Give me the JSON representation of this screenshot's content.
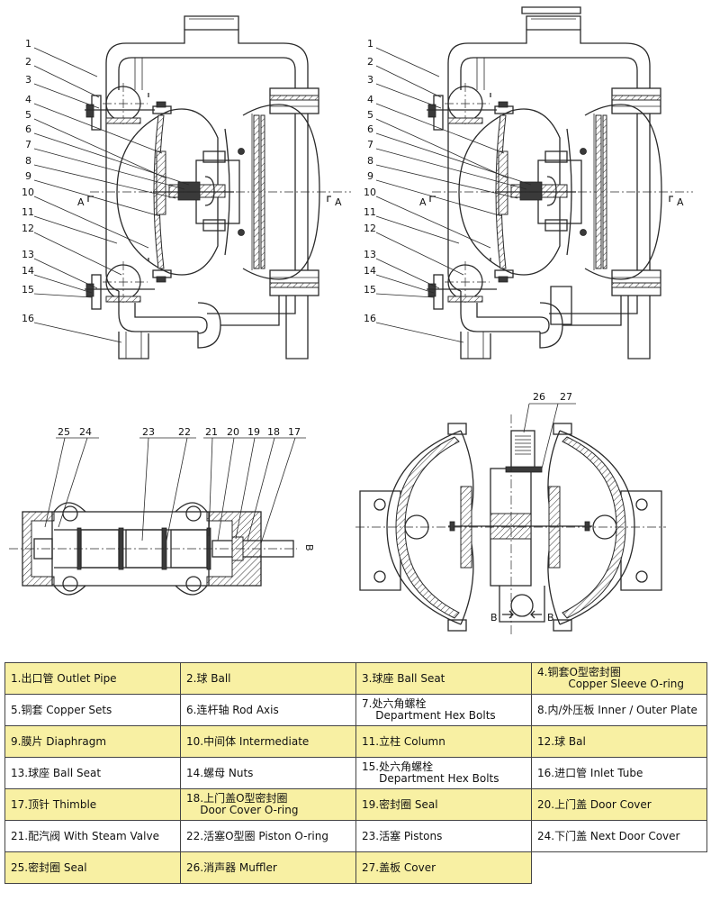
{
  "diagram": {
    "section_a_label": "A",
    "section_b_label": "B",
    "callouts_view1": [
      "1",
      "2",
      "3",
      "4",
      "5",
      "6",
      "7",
      "8",
      "9",
      "10",
      "11",
      "12",
      "13",
      "14",
      "15",
      "16"
    ],
    "callouts_view2": [
      "1",
      "2",
      "3",
      "4",
      "5",
      "6",
      "7",
      "8",
      "9",
      "10",
      "11",
      "12",
      "13",
      "14",
      "15",
      "16"
    ],
    "callouts_view3": [
      "25",
      "24",
      "23",
      "22",
      "21",
      "20",
      "19",
      "18",
      "17"
    ],
    "callouts_view4": [
      "26",
      "27"
    ]
  },
  "legend": {
    "rows": [
      [
        {
          "text": "1.出口管 Outlet Pipe",
          "hl": true
        },
        {
          "text": "2.球 Ball",
          "hl": true
        },
        {
          "text": "3.球座 Ball Seat",
          "hl": true
        },
        {
          "text": "4.铜套O型密封圈\n         Copper Sleeve O-ring",
          "hl": true
        }
      ],
      [
        {
          "text": "5.铜套 Copper Sets",
          "hl": false
        },
        {
          "text": "6.连杆轴 Rod Axis",
          "hl": false
        },
        {
          "text": "7.处六角螺栓\n    Department Hex Bolts",
          "hl": false
        },
        {
          "text": "8.内/外压板 Inner / Outer Plate",
          "hl": false
        }
      ],
      [
        {
          "text": "9.膜片 Diaphragm",
          "hl": true
        },
        {
          "text": "10.中间体 Intermediate",
          "hl": true
        },
        {
          "text": "11.立柱 Column",
          "hl": true
        },
        {
          "text": "12.球 Bal",
          "hl": true
        }
      ],
      [
        {
          "text": "13.球座 Ball Seat",
          "hl": false
        },
        {
          "text": "14.螺母 Nuts",
          "hl": false
        },
        {
          "text": "15.处六角螺栓\n     Department Hex Bolts",
          "hl": false
        },
        {
          "text": "16.进口管 Inlet Tube",
          "hl": false
        }
      ],
      [
        {
          "text": "17.顶针 Thimble",
          "hl": true
        },
        {
          "text": "18.上门盖O型密封圈\n    Door Cover O-ring",
          "hl": true
        },
        {
          "text": "19.密封圈 Seal",
          "hl": true
        },
        {
          "text": "20.上门盖 Door Cover",
          "hl": true
        }
      ],
      [
        {
          "text": "21.配汽阀 With Steam Valve",
          "hl": false
        },
        {
          "text": "22.活塞O型圈 Piston O-ring",
          "hl": false
        },
        {
          "text": "23.活塞 Pistons",
          "hl": false
        },
        {
          "text": "24.下门盖 Next Door Cover",
          "hl": false
        }
      ],
      [
        {
          "text": "25.密封圈 Seal",
          "hl": true
        },
        {
          "text": "26.消声器 Muffler",
          "hl": true
        },
        {
          "text": "27.盖板 Cover",
          "hl": true
        }
      ]
    ]
  }
}
